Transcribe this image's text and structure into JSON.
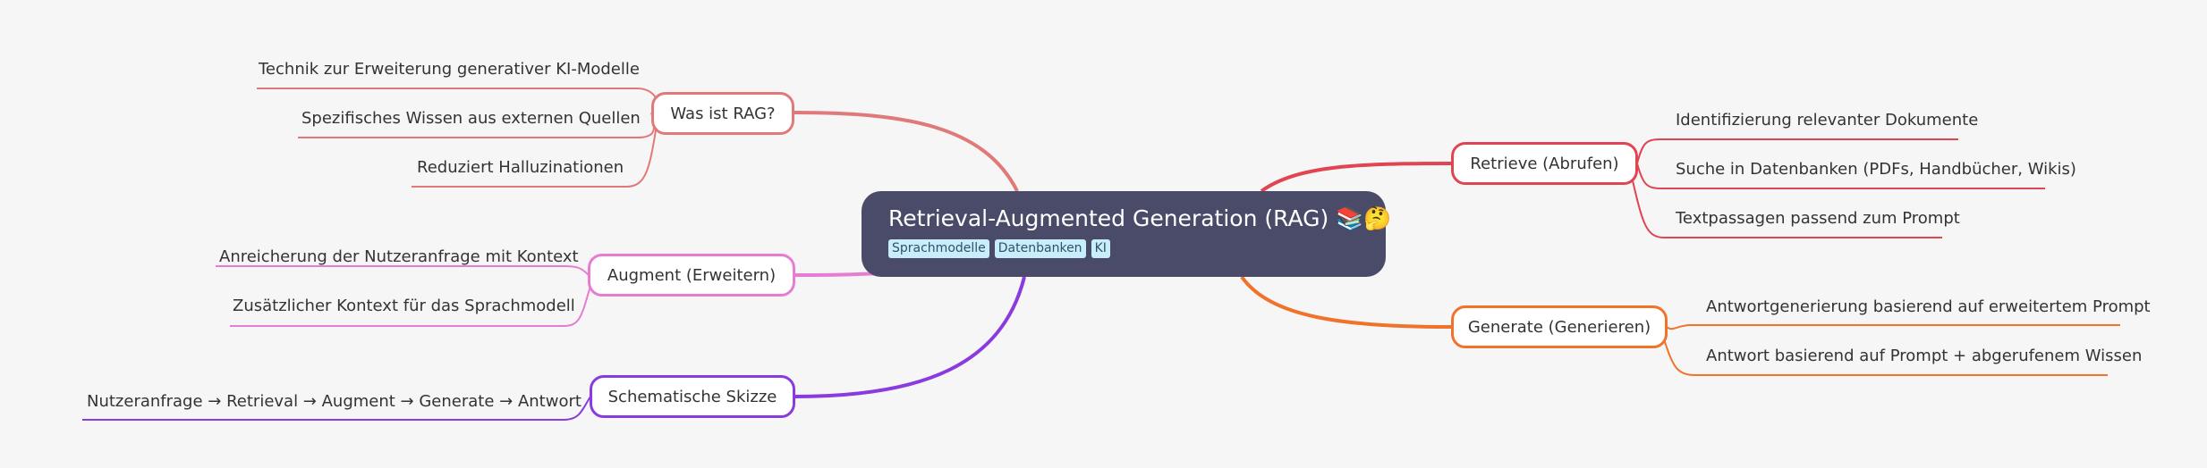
{
  "root": {
    "title": "Retrieval-Augmented Generation (RAG) 📚🤔",
    "tags": [
      "Sprachmodelle",
      "Datenbanken",
      "KI"
    ]
  },
  "branches": {
    "was_ist": {
      "label": "Was ist RAG?",
      "color": "#e07a7a",
      "items": [
        "Technik zur Erweiterung generativer KI-Modelle",
        "Spezifisches Wissen aus externen Quellen",
        "Reduziert Halluzinationen"
      ]
    },
    "augment": {
      "label": "Augment (Erweitern)",
      "color": "#e77dd2",
      "items": [
        "Anreicherung der Nutzeranfrage mit Kontext",
        "Zusätzlicher Kontext für das Sprachmodell"
      ]
    },
    "skizze": {
      "label": "Schematische Skizze",
      "color": "#8a3be0",
      "items": [
        "Nutzeranfrage → Retrieval → Augment → Generate → Antwort"
      ]
    },
    "retrieve": {
      "label": "Retrieve (Abrufen)",
      "color": "#e04552",
      "items": [
        "Identifizierung relevanter Dokumente",
        "Suche in Datenbanken (PDFs, Handbücher, Wikis)",
        "Textpassagen passend zum Prompt"
      ]
    },
    "generate": {
      "label": "Generate (Generieren)",
      "color": "#f0722b",
      "items": [
        "Antwortgenerierung basierend auf erweitertem Prompt",
        "Antwort basierend auf Prompt + abgerufenem Wissen"
      ]
    }
  }
}
